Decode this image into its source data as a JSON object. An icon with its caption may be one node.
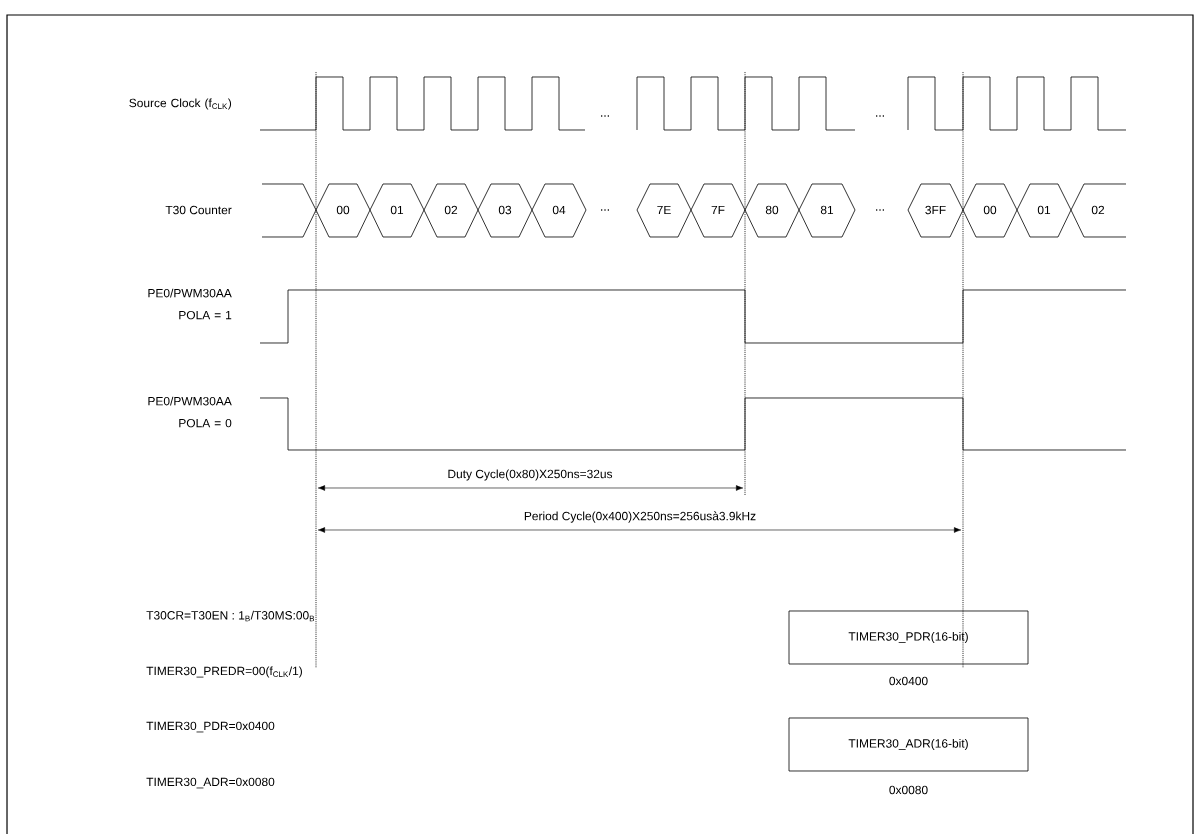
{
  "diagram": {
    "nodes": [
      {
        "text": [
          "00"
        ]
      },
      {
        "text": [
          "01"
        ]
      },
      {
        "text": [
          "02"
        ]
      },
      {
        "text": [
          "03"
        ]
      },
      {
        "text": [
          "04"
        ]
      },
      {
        "text": [
          "7E"
        ]
      },
      {
        "text": [
          "7F"
        ]
      },
      {
        "text": [
          "80"
        ]
      },
      {
        "text": [
          "81"
        ]
      },
      {
        "text": [
          "3FF"
        ]
      },
      {
        "text": [
          "00"
        ]
      },
      {
        "text": [
          "01"
        ]
      },
      {
        "text": [
          "02"
        ]
      },
      {
        "text": [
          "TIMER30_PDR(16-bit)"
        ],
        "beside": [
          "0x0400"
        ]
      },
      {
        "text": [
          "TIMER30_ADR(16-bit)"
        ],
        "beside": [
          "0x0080"
        ]
      }
    ],
    "labels": [
      "Source Clock (f$_{CLK}$)",
      "...",
      "...",
      "T30 Counter",
      "...",
      "...",
      "PE0/PWM30AA POLA = 1",
      "PE0/PWM30AA POLA = 0",
      "Duty Cycle(0x80)X250ns=32us",
      "Period Cycle(0x400)X250ns=256usà3.9kHz",
      "T30CR=T30EN : 1$_{B}$/T30MS:00$_{B}$",
      "TIMER30_PREDR=00(f$_{CLK}$/1)",
      "TIMER30_PDR=0x0400",
      "TIMER30_ADR=0x0080"
    ]
  }
}
